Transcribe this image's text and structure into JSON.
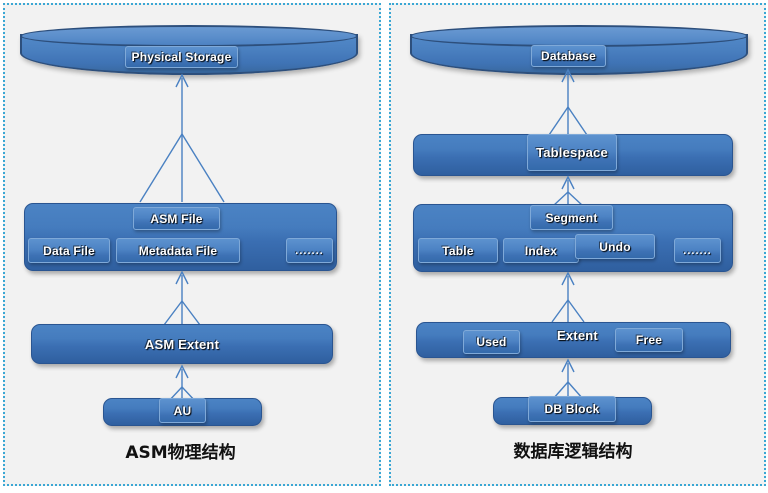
{
  "figure": {
    "title_left": "ASM物理结构",
    "title_right": "数据库逻辑结构",
    "accent_border": "#3aa7d4",
    "box_fill_top": "#4b83c4",
    "box_fill_bottom": "#2f5f9f",
    "panel_bg": "#f2f2f2",
    "connector_color": "#4a81c2"
  },
  "left_panel": {
    "caption": "ASM物理结构",
    "cylinder": {
      "label": "Physical  Storage"
    },
    "file_group": {
      "label": "ASM File",
      "children": [
        {
          "label": "Data File"
        },
        {
          "label": "Metadata File"
        },
        {
          "label": "......."
        }
      ]
    },
    "extent": {
      "label": "ASM Extent"
    },
    "au": {
      "label": "AU"
    }
  },
  "right_panel": {
    "caption": "数据库逻辑结构",
    "cylinder": {
      "label": "Database"
    },
    "tablespace": {
      "label": "Tablespace"
    },
    "segment_group": {
      "label": "Segment",
      "children": [
        {
          "label": "Table"
        },
        {
          "label": "Index"
        },
        {
          "label": "Undo"
        },
        {
          "label": "......."
        }
      ]
    },
    "extent_group": {
      "label": "Extent",
      "children": [
        {
          "label": "Used"
        },
        {
          "label": "Free"
        }
      ]
    },
    "db_block": {
      "label": "DB Block"
    }
  }
}
